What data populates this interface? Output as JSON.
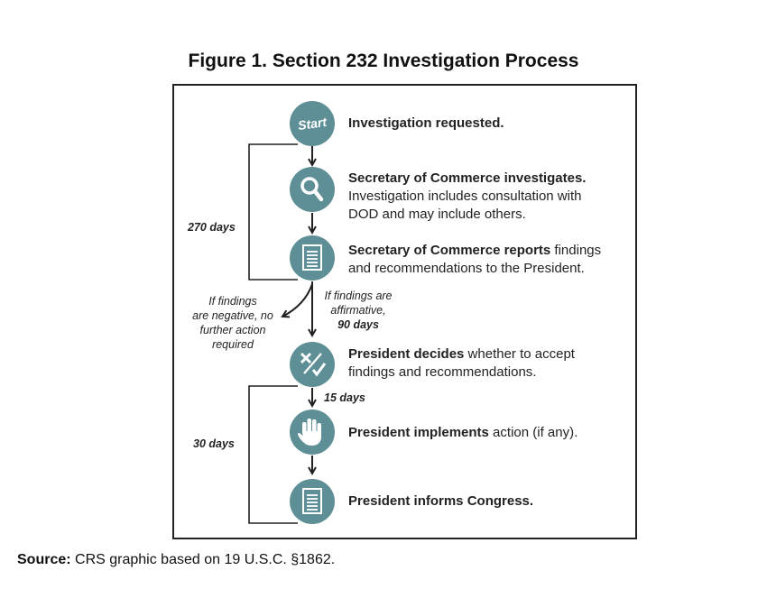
{
  "figure": {
    "title": "Figure 1. Section 232 Investigation Process"
  },
  "steps": [
    {
      "icon": "start-icon",
      "icon_text": "Start",
      "bold": "Investigation requested.",
      "rest": "",
      "line2": "",
      "line3": ""
    },
    {
      "icon": "magnifier-icon",
      "bold": "Secretary of Commerce investigates.",
      "rest": "",
      "line2": "Investigation includes consultation with",
      "line3": "DOD and may include others."
    },
    {
      "icon": "document-icon",
      "bold": "Secretary of Commerce reports",
      "rest": " findings",
      "line2": "and recommendations to the President.",
      "line3": ""
    },
    {
      "icon": "decision-icon",
      "bold": "President decides",
      "rest": " whether to accept",
      "line2": "findings and recommendations.",
      "line3": ""
    },
    {
      "icon": "hand-icon",
      "bold": "President implements",
      "rest": " action (if any).",
      "line2": "",
      "line3": ""
    },
    {
      "icon": "document-icon",
      "bold": "President informs Congress.",
      "rest": "",
      "line2": "",
      "line3": ""
    }
  ],
  "annotations": {
    "days_270": "270 days",
    "negative_1": "If findings",
    "negative_2": "are negative, no",
    "negative_3": "further action",
    "negative_4": "required",
    "affirmative_1": "If findings are",
    "affirmative_2": "affirmative,",
    "affirmative_3": "90 days",
    "days_15": "15 days",
    "days_30": "30 days"
  },
  "source": {
    "label": "Source:",
    "text": " CRS graphic based on 19 U.S.C. §1862."
  },
  "colors": {
    "icon_fill": "#5f8f96",
    "text": "#222222",
    "border": "#222222"
  }
}
